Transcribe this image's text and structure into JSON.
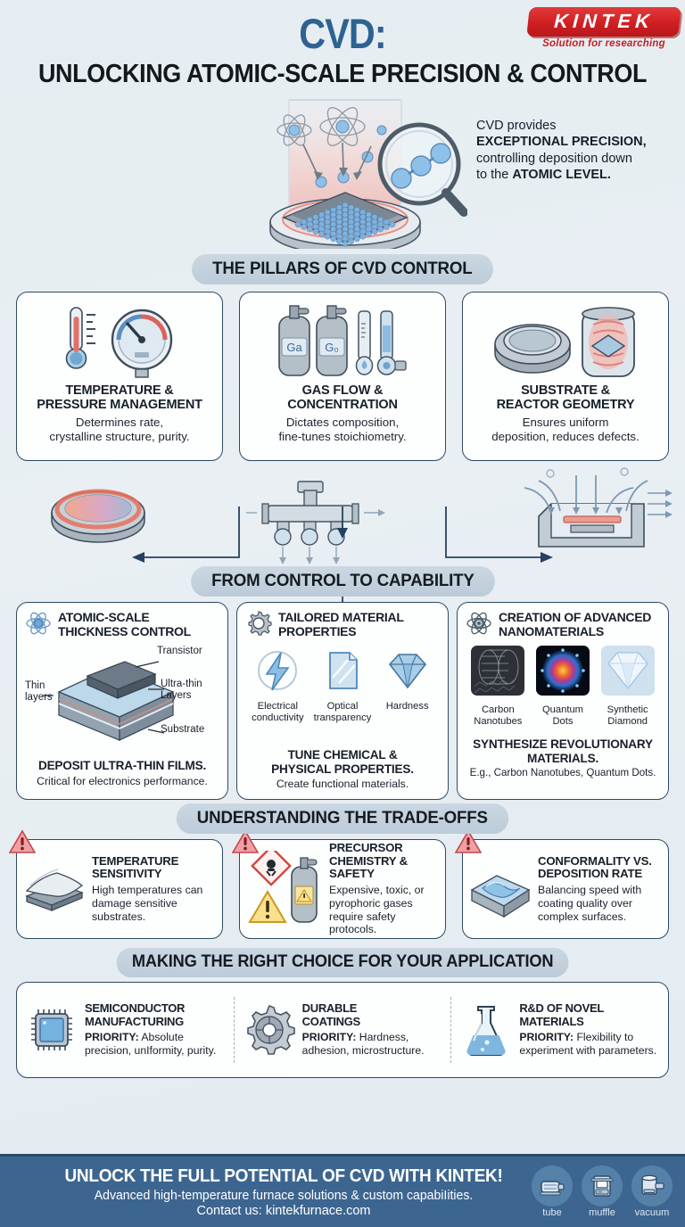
{
  "header": {
    "title_main": "CVD:",
    "title_sub": "UNLOCKING ATOMIC-SCALE PRECISION & CONTROL",
    "logo_text": "KINTEK",
    "logo_tagline": "Solution for researching"
  },
  "hero": {
    "line1": "CVD provides",
    "line2_bold": "EXCEPTIONAL PRECISION,",
    "line3": "controlling deposition down",
    "line4_prefix": "to the ",
    "line4_bold": "ATOMIC LEVEL."
  },
  "sections": {
    "pillars_band": "THE PILLARS OF CVD CONTROL",
    "capability_band": "FROM CONTROL TO CAPABILITY",
    "tradeoffs_band": "UNDERSTANDING THE TRADE-OFFS",
    "applications_band": "MAKING THE RIGHT CHOICE FOR YOUR APPLICATION"
  },
  "pillars": [
    {
      "title_l1": "TEMPERATURE &",
      "title_l2": "PRESSURE MANAGEMENT",
      "desc_l1": "Determines rate,",
      "desc_l2": "crystalline structure, purity."
    },
    {
      "title_l1": "GAS FLOW &",
      "title_l2": "CONCENTRATION",
      "desc_l1": "Dictates composition,",
      "desc_l2": "fine-tunes stoichiometry.",
      "cylinder_label_1": "Ga",
      "cylinder_label_2": "G₀"
    },
    {
      "title_l1": "SUBSTRATE &",
      "title_l2": "REACTOR GEOMETRY",
      "desc_l1": "Ensures uniform",
      "desc_l2": "deposition, reduces defects."
    }
  ],
  "capabilities": [
    {
      "title_l1": "ATOMIC-SCALE",
      "title_l2": "THICKNESS CONTROL",
      "diagram_labels": {
        "transistor": "Transistor",
        "ultra_thin_l1": "Ultra-thin",
        "ultra_thin_l2": "Layers",
        "thin_l1": "Thin",
        "thin_l2": "layers",
        "substrate": "Substrate"
      },
      "foot_strong": "DEPOSIT ULTRA-THIN FILMS.",
      "foot_sub": "Critical for electronics performance."
    },
    {
      "title_l1": "TAILORED MATERIAL",
      "title_l2": "PROPERTIES",
      "icons": [
        {
          "l1": "Electrical",
          "l2": "conductivity"
        },
        {
          "l1": "Optical",
          "l2": "transparency"
        },
        {
          "l1": "Hardness",
          "l2": ""
        }
      ],
      "foot_strong_l1": "TUNE CHEMICAL &",
      "foot_strong_l2": "PHYSICAL PROPERTIES.",
      "foot_sub": "Create functional materials."
    },
    {
      "title_l1": "CREATION OF ADVANCED",
      "title_l2": "NANOMATERIALS",
      "icons": [
        {
          "l1": "Carbon",
          "l2": "Nanotubes"
        },
        {
          "l1": "Quantum",
          "l2": "Dots"
        },
        {
          "l1": "Synthetic",
          "l2": "Diamond"
        }
      ],
      "foot_strong_l1": "SYNTHESIZE REVOLUTIONARY",
      "foot_strong_l2": "MATERIALS.",
      "foot_sub": "E.g., Carbon Nanotubes, Quantum Dots."
    }
  ],
  "tradeoffs": [
    {
      "title_l1": "TEMPERATURE",
      "title_l2": "SENSITIVITY",
      "desc": "High temperatures can damage sensitive substrates."
    },
    {
      "title_l1": "PRECURSOR",
      "title_l2": "CHEMISTRY & SAFETY",
      "desc": "Expensive, toxic, or pyrophoric gases require safety protocols."
    },
    {
      "title_l1": "CONFORMALITY VS.",
      "title_l2": "DEPOSITION RATE",
      "desc": "Balancing speed with coating quality over complex surfaces."
    }
  ],
  "applications": [
    {
      "title_l1": "SEMICONDUCTOR",
      "title_l2": "MANUFACTURING",
      "priority_label": "PRIORITY:",
      "priority_text": " Absolute precision, unIformity, purity."
    },
    {
      "title_l1": "DURABLE",
      "title_l2": "COATINGS",
      "priority_label": "PRIORITY:",
      "priority_text": " Hardness, adhesion, microstructure."
    },
    {
      "title_l1": "R&D OF NOVEL",
      "title_l2": "MATERIALS",
      "priority_label": "PRIORITY:",
      "priority_text": " Flexibility to experiment with parameters."
    }
  ],
  "footer": {
    "line1": "UNLOCK THE FULL POTENTIAL OF CVD WITH KINTEK!",
    "line2": "Advanced high-temperature furnace solutions & custom capabiIities.",
    "line3": "Contact us: kintekfurnace.com",
    "icons": [
      {
        "label": "tube"
      },
      {
        "label": "muffle"
      },
      {
        "label": "vacuum"
      }
    ]
  },
  "colors": {
    "brand_red": "#cf1f23",
    "title_blue": "#2e6292",
    "footer_blue": "#3c6590",
    "card_border": "#2f4a63",
    "band_grey": "#c3d2de",
    "warning_red": "#e4848a"
  }
}
